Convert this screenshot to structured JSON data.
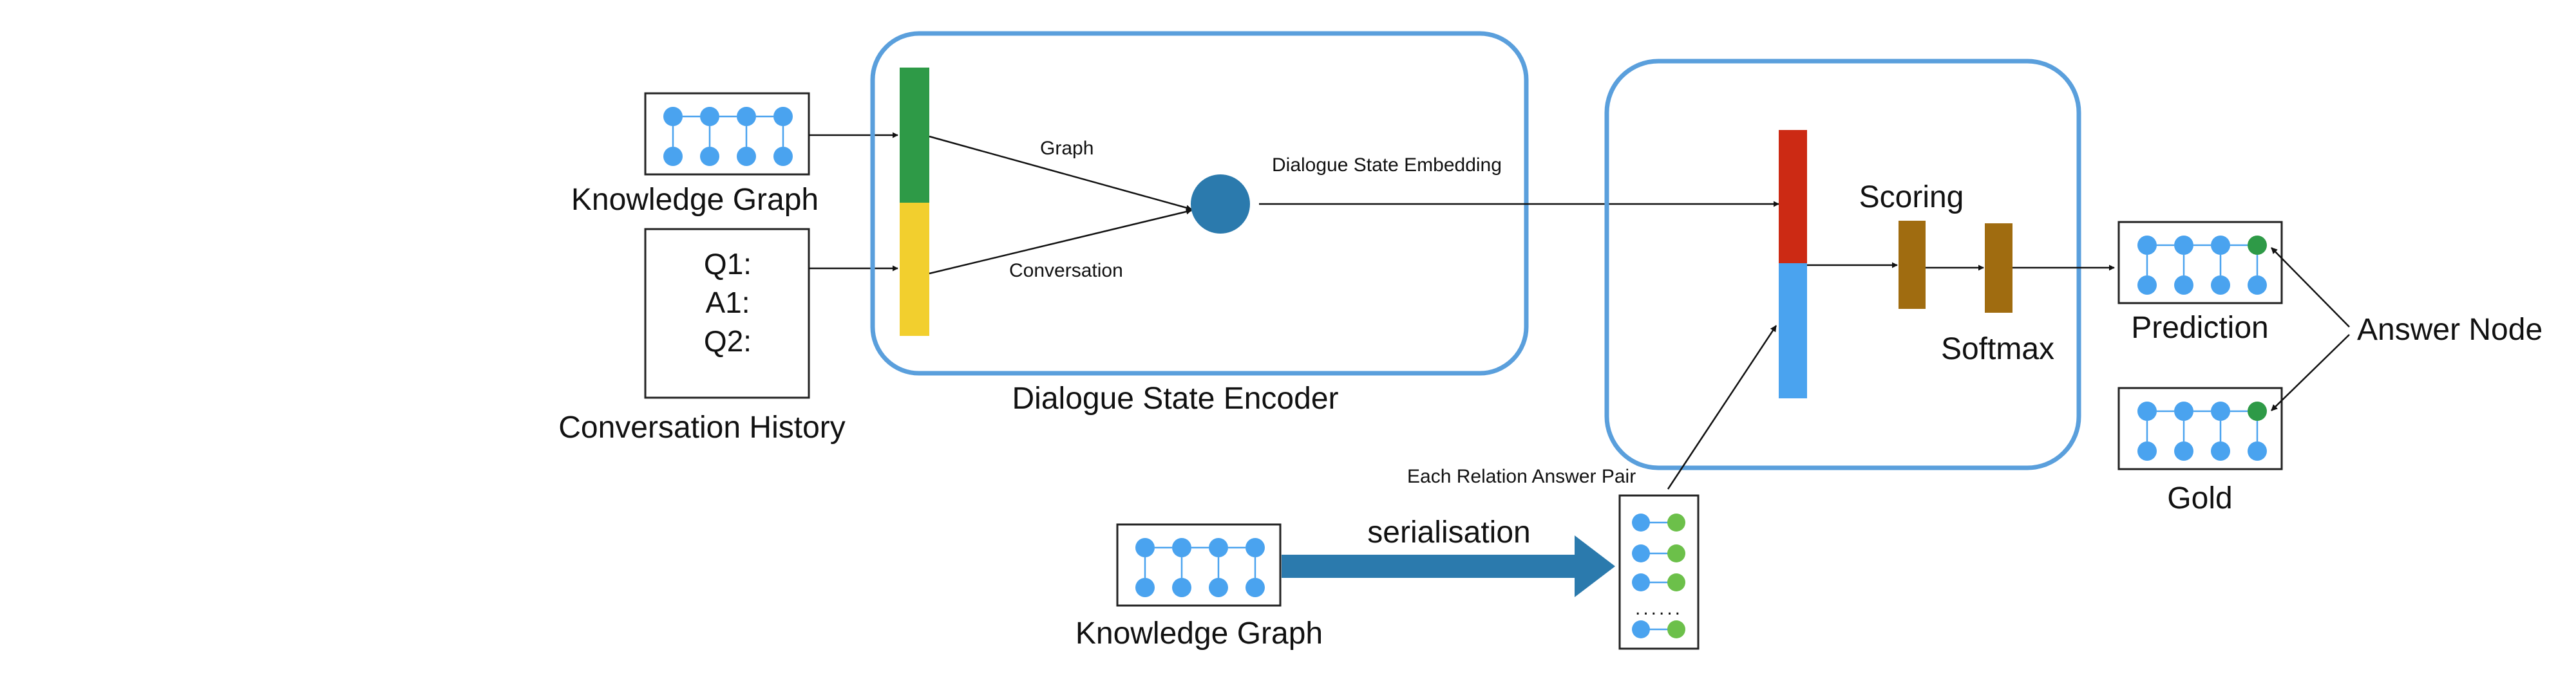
{
  "labels": {
    "knowledge_graph_top": "Knowledge Graph",
    "conversation_history": "Conversation History",
    "q1": "Q1:",
    "a1": "A1:",
    "q2": "Q2:",
    "graph": "Graph",
    "conversation": "Conversation",
    "dialogue_state_embedding": "Dialogue State  Embedding",
    "dialogue_state_encoder": "Dialogue State Encoder",
    "scoring": "Scoring",
    "softmax": "Softmax",
    "prediction": "Prediction",
    "gold": "Gold",
    "answer_node": "Answer Node",
    "each_relation_answer_pair": "Each Relation Answer Pair",
    "serialisation": "serialisation",
    "knowledge_graph_bottom": "Knowledge Graph",
    "dots": "......"
  },
  "colors": {
    "panel_border": "#5a9fdc",
    "node_blue": "#4aa3ef",
    "node_green_light": "#6cc04a",
    "node_green_dark": "#2e9a47",
    "bar_green": "#2e9a47",
    "bar_yellow": "#f2cf2e",
    "bar_red": "#cc2a14",
    "bar_blue": "#4aa3ef",
    "scoring_block": "#a06c10",
    "embedding_circle": "#2b7aad",
    "serialisation_arrow": "#2b7aad"
  }
}
